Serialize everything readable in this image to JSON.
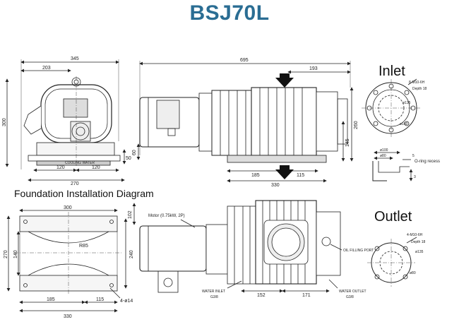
{
  "title": "BSJ70L",
  "headings": {
    "inlet": "Inlet",
    "outlet": "Outlet",
    "foundation": "Foundation Installation Diagram"
  },
  "end_view": {
    "dims": {
      "overall_width": "345",
      "half_width": "203",
      "height": "300",
      "base_left": "120",
      "base_right": "120",
      "base_total": "270",
      "foot_height": "50",
      "small_lbl": "COOLING WATER"
    }
  },
  "side_view": {
    "dims": {
      "overall_length": "695",
      "inlet_offset": "193",
      "height_right": "260",
      "height_low": "145",
      "left_small": "60",
      "base_a": "185",
      "base_b": "115",
      "base_total": "330"
    }
  },
  "inlet_flange": {
    "bolt_spec": "8-M10-6H",
    "depth": "Depth 18",
    "pcd": "ø135",
    "od": "ø160",
    "section_a": "ø100",
    "section_b": "ø80",
    "section_c": "5",
    "oring": "O-ring recess",
    "section_h": "3"
  },
  "outlet_flange": {
    "bolt_spec": "4-M10-6H",
    "depth": "Depth 18",
    "pcd": "ø135",
    "bore": "ø80"
  },
  "foundation": {
    "dims": {
      "top_width": "300",
      "height_total": "270",
      "height_inner": "140",
      "radius": "R85",
      "right_height": "240",
      "bottom_a": "185",
      "bottom_b": "115",
      "bottom_total": "330",
      "holes": "4-ø14"
    }
  },
  "top_view": {
    "motor_label": "Motor (0.75kW, 2P)",
    "height_dim": "102",
    "oil_port": "OIL FILLING PORT",
    "water_inlet": "WATER INLET",
    "water_inlet_size": "G3/8",
    "water_outlet": "WATER OUTLET",
    "water_outlet_size": "G3/8",
    "dim_a": "152",
    "dim_b": "171"
  }
}
